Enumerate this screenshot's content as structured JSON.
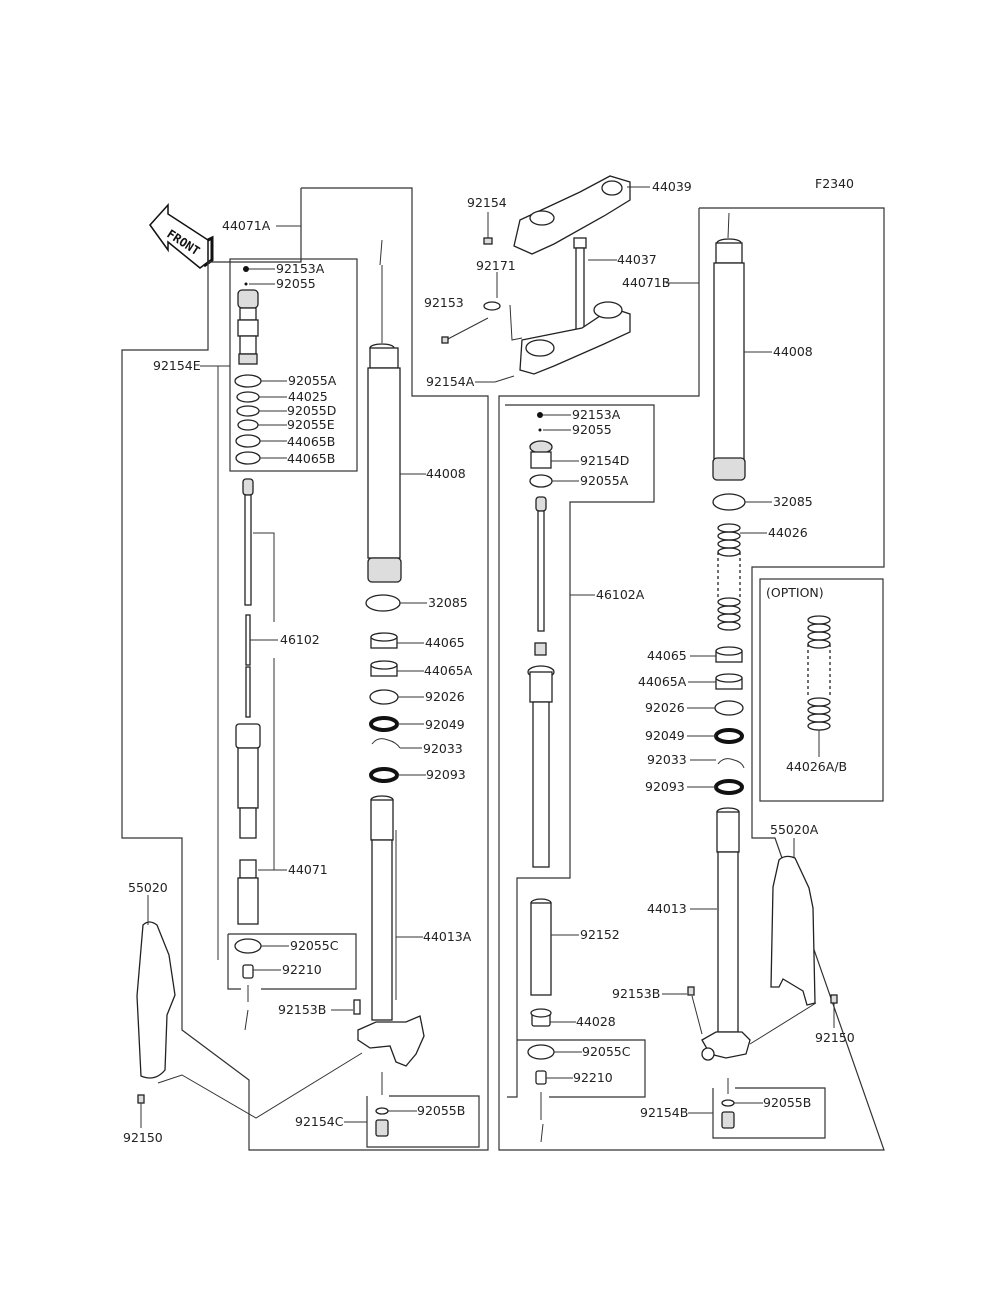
{
  "diagram": {
    "figure_code": "F2340",
    "direction_label": "FRONT",
    "option_label": "(OPTION)",
    "left_fork": {
      "assembly": "44071A",
      "cartridge_group": "92154E",
      "cartridge_parts": [
        "92153A",
        "92055",
        "92055A",
        "44025",
        "92055D",
        "92055E",
        "44065B",
        "44065B"
      ],
      "inner_rod": "46102",
      "cylinder": "44071",
      "bottom_kit": [
        "92055C",
        "92210"
      ],
      "outer_tube": "44008",
      "seals": [
        "32085",
        "44065",
        "44065A",
        "92026",
        "92049",
        "92033",
        "92093"
      ],
      "inner_tube": "44013A",
      "axle_bolt": "92153B",
      "drain_group": "92154C",
      "drain_oring": "92055B",
      "guard": "55020",
      "guard_bolt": "92150"
    },
    "steering": {
      "upper_bracket": "44039",
      "upper_bolt": "92154",
      "stem": "44037",
      "clamp": "92171",
      "clamp_bolt": "92153",
      "lower_bolt": "92154A"
    },
    "right_fork": {
      "assembly": "44071B",
      "outer_tube": "44008",
      "cartridge_parts": [
        "92153A",
        "92055",
        "92154D",
        "92055A"
      ],
      "rod": "46102A",
      "oring": "32085",
      "spring": "44026",
      "option_spring": "44026A/B",
      "seals": [
        "44065",
        "44065A",
        "92026",
        "92049",
        "92033",
        "92093"
      ],
      "collar": "92152",
      "bushing": "44028",
      "bottom_kit": [
        "92055C",
        "92210"
      ],
      "inner_tube": "44013",
      "axle_bolt": "92153B",
      "drain_group": "92154B",
      "drain_oring": "92055B",
      "guard": "55020A",
      "guard_bolt": "92150"
    }
  }
}
